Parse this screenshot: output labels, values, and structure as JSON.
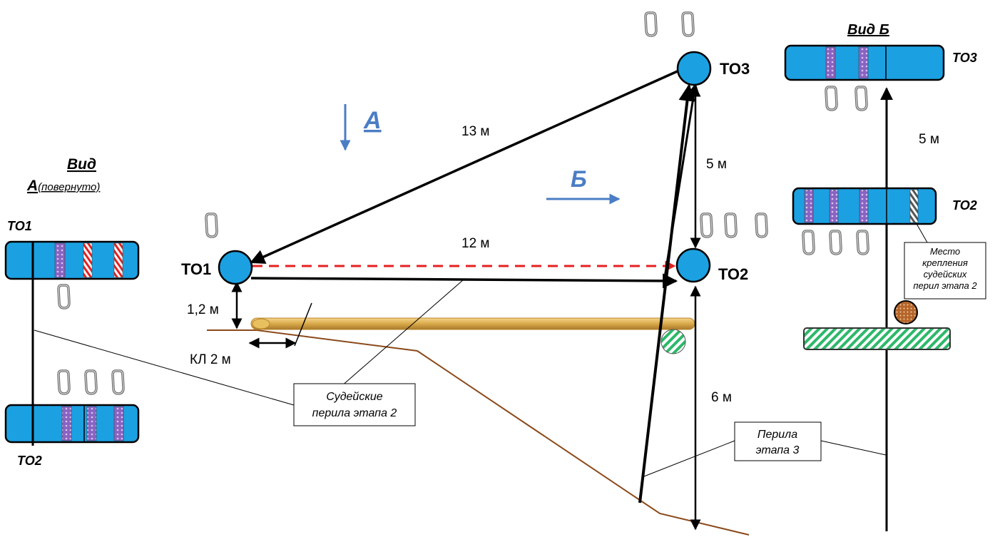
{
  "colors": {
    "node_blue": "#1ba1e2",
    "stripe_purple": "#8a63c2",
    "slope_brown": "#8b4a1a",
    "log_gold": "#d9a94a",
    "hatch_green": "#2db86a",
    "judge_rope_red": "#e62020",
    "arrow_blue": "#4a7dc4"
  },
  "nodes": {
    "to1": "ТО1",
    "to2": "ТО2",
    "to3": "ТО3"
  },
  "distances": {
    "d13": "13 м",
    "d12": "12 м",
    "d5": "5 м",
    "d1_2": "1,2 м",
    "kl": "КЛ 2 м",
    "d6": "6 м",
    "d5_right": "5 м"
  },
  "view_arrows": {
    "a": "А",
    "b": "Б"
  },
  "view_a": {
    "title": "Вид",
    "subtitle_letter": "А",
    "subtitle_note": "(повернуто)",
    "top_label": "ТО1",
    "bottom_label": "ТО2"
  },
  "view_b": {
    "title": "Вид Б",
    "to3_label": "ТО3",
    "to2_label": "ТО2"
  },
  "callouts": {
    "judge_rails": [
      "Судейские",
      "перила этапа 2"
    ],
    "stage3_rails": [
      "Перила",
      "этапа 3"
    ],
    "attach_point": [
      "Место",
      "крепления",
      "судейских",
      "перил этапа 2"
    ]
  }
}
